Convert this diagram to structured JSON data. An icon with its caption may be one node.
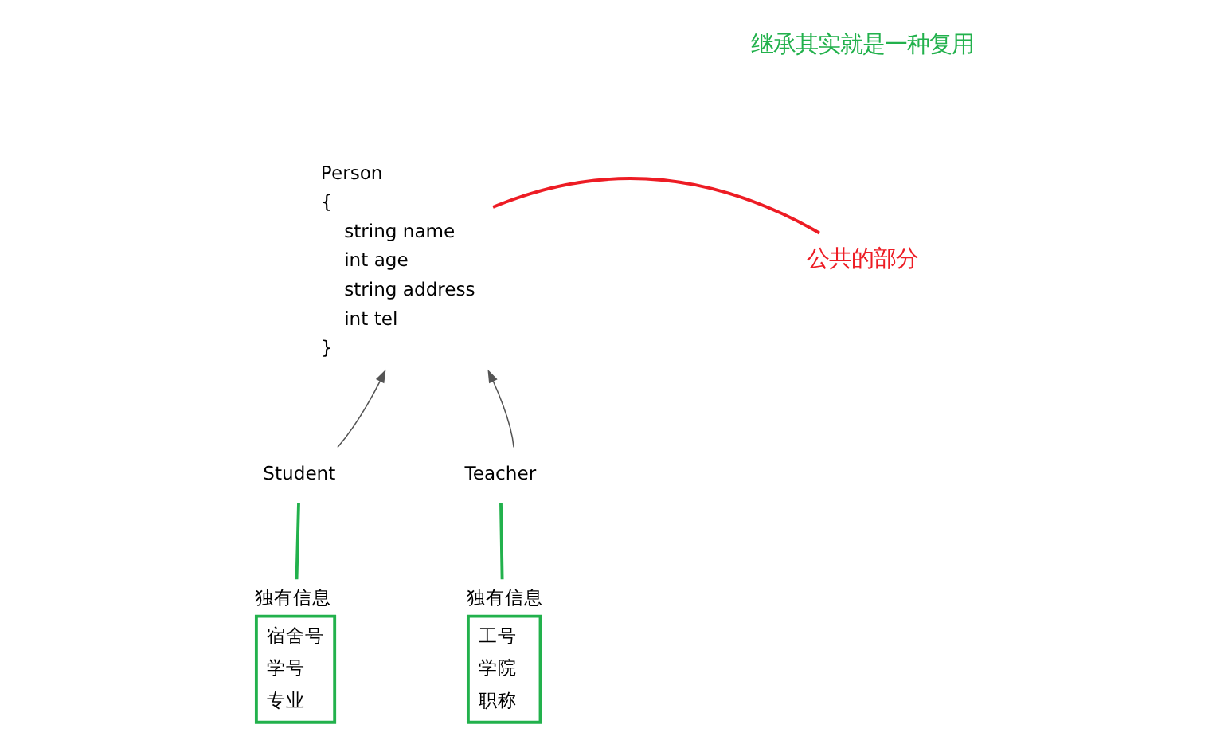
{
  "diagram": {
    "nodes": [
      {
        "text": [
          "Person",
          "{",
          "string name",
          "int age",
          "string address",
          "int tel",
          "}"
        ]
      },
      {
        "text": [
          "Student"
        ]
      },
      {
        "text": [
          "Teacher"
        ]
      },
      {
        "text": [
          "独有信息",
          "宿舍号",
          "学号",
          "专业"
        ]
      },
      {
        "text": [
          "独有信息",
          "工号",
          "学院",
          "职称"
        ]
      },
      {
        "text": [
          "公共的部分"
        ]
      }
    ],
    "edges": [
      {
        "from": 1,
        "to": 0,
        "arrow": "to"
      },
      {
        "from": 2,
        "to": 0,
        "arrow": "to"
      },
      {
        "from": 1,
        "to": 3,
        "arrow": "none",
        "color": "#22b14c"
      },
      {
        "from": 2,
        "to": 4,
        "arrow": "none",
        "color": "#22b14c"
      },
      {
        "from": 0,
        "to": 5,
        "arrow": "none",
        "color": "#ed1c24"
      }
    ],
    "labels": [
      "继承其实就是一种复用"
    ]
  }
}
